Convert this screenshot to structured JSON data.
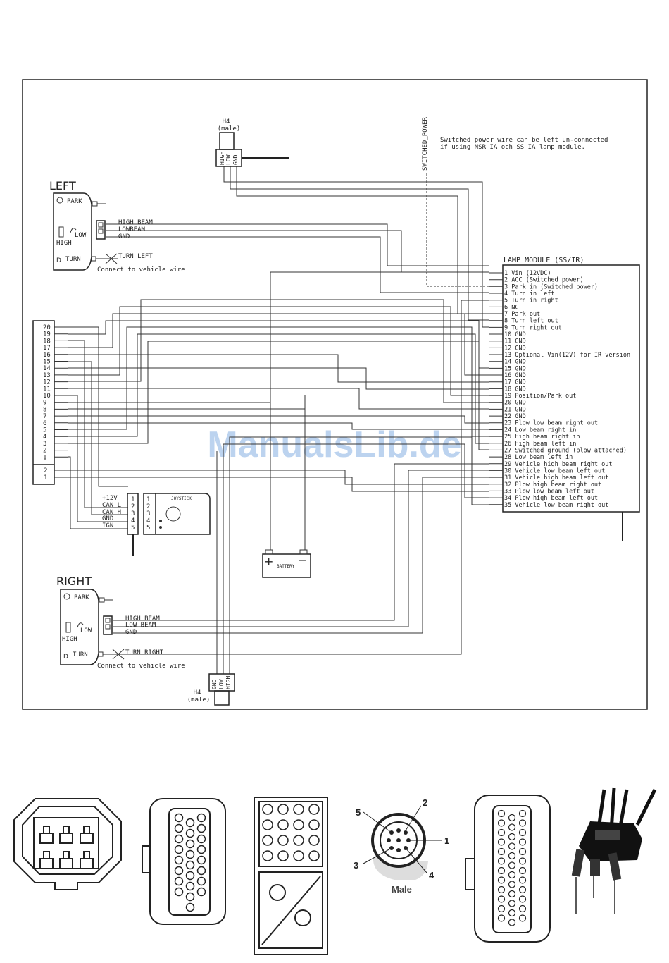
{
  "watermark": "ManualsLib.de",
  "left_headlamp": {
    "title": "LEFT",
    "park": "PARK",
    "low": "LOW",
    "high": "HIGH",
    "turn": "TURN",
    "wires": [
      "HIGH BEAM",
      "LOWBEAM",
      "GND"
    ],
    "turn_wire": "TURN LEFT",
    "connect_note": "Connect to vehicle wire"
  },
  "right_headlamp": {
    "title": "RIGHT",
    "park": "PARK",
    "low": "LOW",
    "high": "HIGH",
    "turn": "TURN",
    "wires": [
      "HIGH BEAM",
      "LOW BEAM",
      "GND"
    ],
    "turn_wire": "TURN RIGHT",
    "connect_note": "Connect to vehicle wire"
  },
  "h4_top": {
    "name": "H4",
    "sub": "(male)",
    "pins": [
      "HIGH",
      "LOW",
      "GND"
    ]
  },
  "h4_bottom": {
    "name": "H4",
    "sub": "(male)",
    "pins": [
      "GND",
      "LOW",
      "HIGH"
    ]
  },
  "switched_power": {
    "label": "SWITCHED_POWER",
    "note_line1": "Switched power wire can be left un-connected",
    "note_line2": "if using NSR IA och SS IA lamp module."
  },
  "lamp_module": {
    "title": "LAMP MODULE (SS/IR)",
    "pins": [
      "1 Vin (12VDC)",
      "2 ACC (Switched power)",
      "3 Park in (Switched power)",
      "4 Turn in left",
      "5 Turn in right",
      "6 NC",
      "7 Park out",
      "8 Turn left out",
      "9 Turn right out",
      "10 GND",
      "11 GND",
      "12 GND",
      "13 Optional Vin(12V) for IR version",
      "14 GND",
      "15 GND",
      "16 GND",
      "17 GND",
      "18 GND",
      "19 Position/Park out",
      "20 GND",
      "21 GND",
      "22 GND",
      "23 Plow low beam right out",
      "24 Low beam right in",
      "25 High beam right in",
      "26 High beam left in",
      "27 Switched ground (plow attached)",
      "28 Low beam left in",
      "29 Vehicle high beam right out",
      "30 Vehicle low beam left out",
      "31 Vehicle high beam left out",
      "32 Plow high beam right out",
      "33 Plow low beam left out",
      "34 Plow high beam left out",
      "35 Vehicle low beam right out"
    ]
  },
  "connector_20": {
    "pins": [
      "20",
      "19",
      "18",
      "17",
      "16",
      "15",
      "14",
      "13",
      "12",
      "11",
      "10",
      "9",
      "8",
      "7",
      "6",
      "5",
      "4",
      "3",
      "2",
      "1"
    ],
    "pins2": [
      "2",
      "1"
    ]
  },
  "joystick": {
    "title": "JOYSTICK",
    "wires": [
      "+12V",
      "CAN L",
      "CAN H",
      "GND",
      "IGN"
    ],
    "pins": [
      "1",
      "2",
      "3",
      "4",
      "5"
    ]
  },
  "battery": {
    "label": "BATTERY",
    "plus": "+",
    "minus": "−"
  },
  "connector_pictures": {
    "round_plug": {
      "label": "Male",
      "pins": [
        "1",
        "2",
        "3",
        "4",
        "5"
      ]
    }
  }
}
